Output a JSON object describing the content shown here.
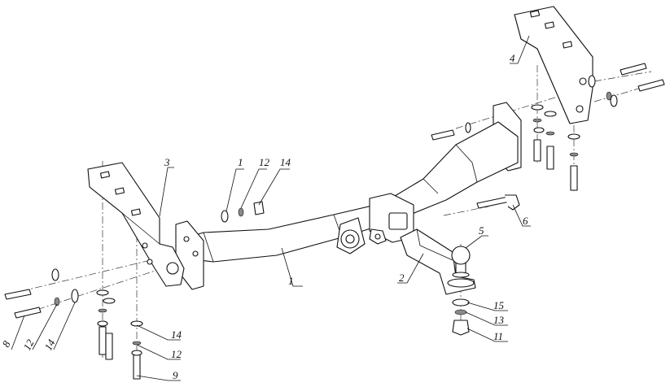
{
  "labels": {
    "frame_bar": "1",
    "ball_mount": "2",
    "left_bracket": "3",
    "right_bracket": "4",
    "tow_ball": "5",
    "hitch_pin": "6",
    "bolt_left": "8",
    "bolt_bottom": "9",
    "nut_ball": "11",
    "washer_top": "12",
    "washer_left": "12",
    "washer_bottom": "12",
    "lock_washer_ball": "13",
    "nut_top": "14",
    "washer_left_big": "14",
    "washer_bottom_big": "14",
    "washer_ball": "15"
  }
}
